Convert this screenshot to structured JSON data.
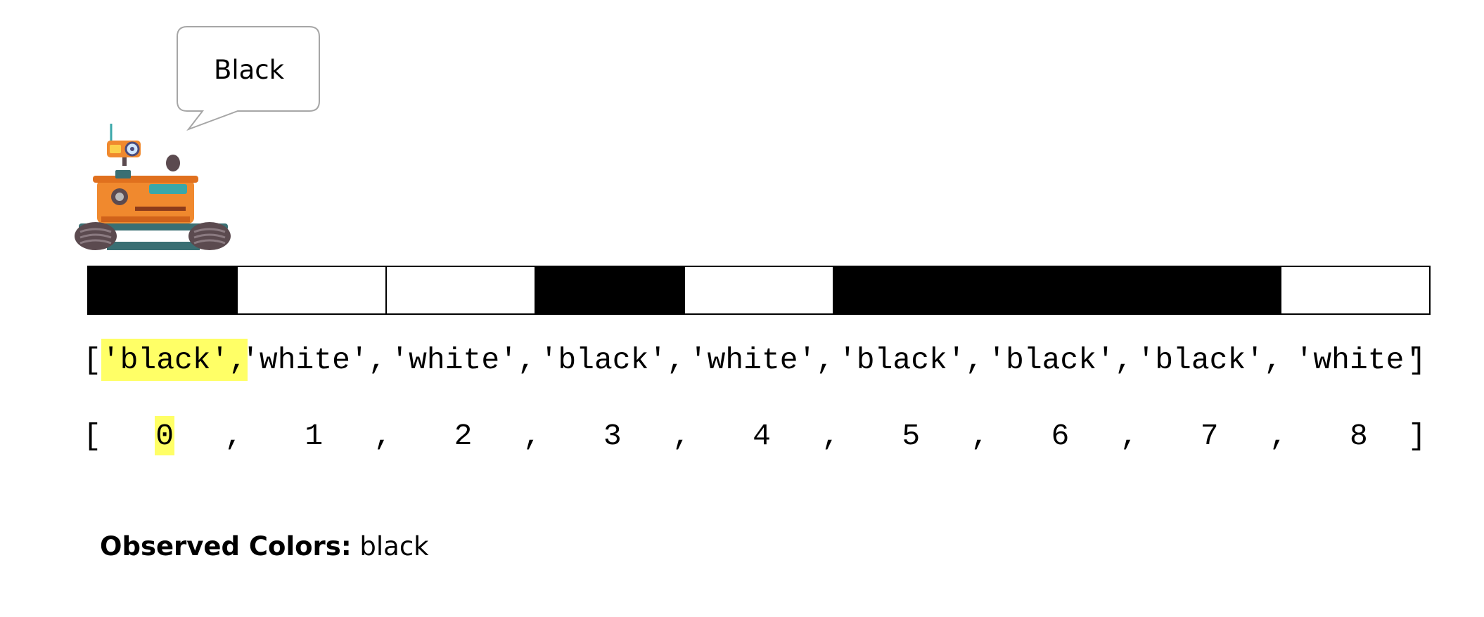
{
  "speech": "Black",
  "strip": {
    "cells": [
      "black",
      "white",
      "white",
      "black",
      "white",
      "black",
      "black",
      "black",
      "white"
    ],
    "highlight_index": 0
  },
  "color_list": {
    "open": "[",
    "close": "]",
    "items": [
      "'black',",
      "'white',",
      "'white',",
      "'black',",
      "'white',",
      "'black',",
      "'black',",
      "'black',",
      "'white'"
    ]
  },
  "index_list": {
    "open": "[",
    "close": "]",
    "separator": ",",
    "items": [
      "0",
      "1",
      "2",
      "3",
      "4",
      "5",
      "6",
      "7",
      "8"
    ]
  },
  "observed": {
    "label": "Observed Colors:",
    "value": "black"
  },
  "colors": {
    "highlight": "#ffff66",
    "robot_body": "#f0892e",
    "wheel": "#5b4a4f"
  }
}
